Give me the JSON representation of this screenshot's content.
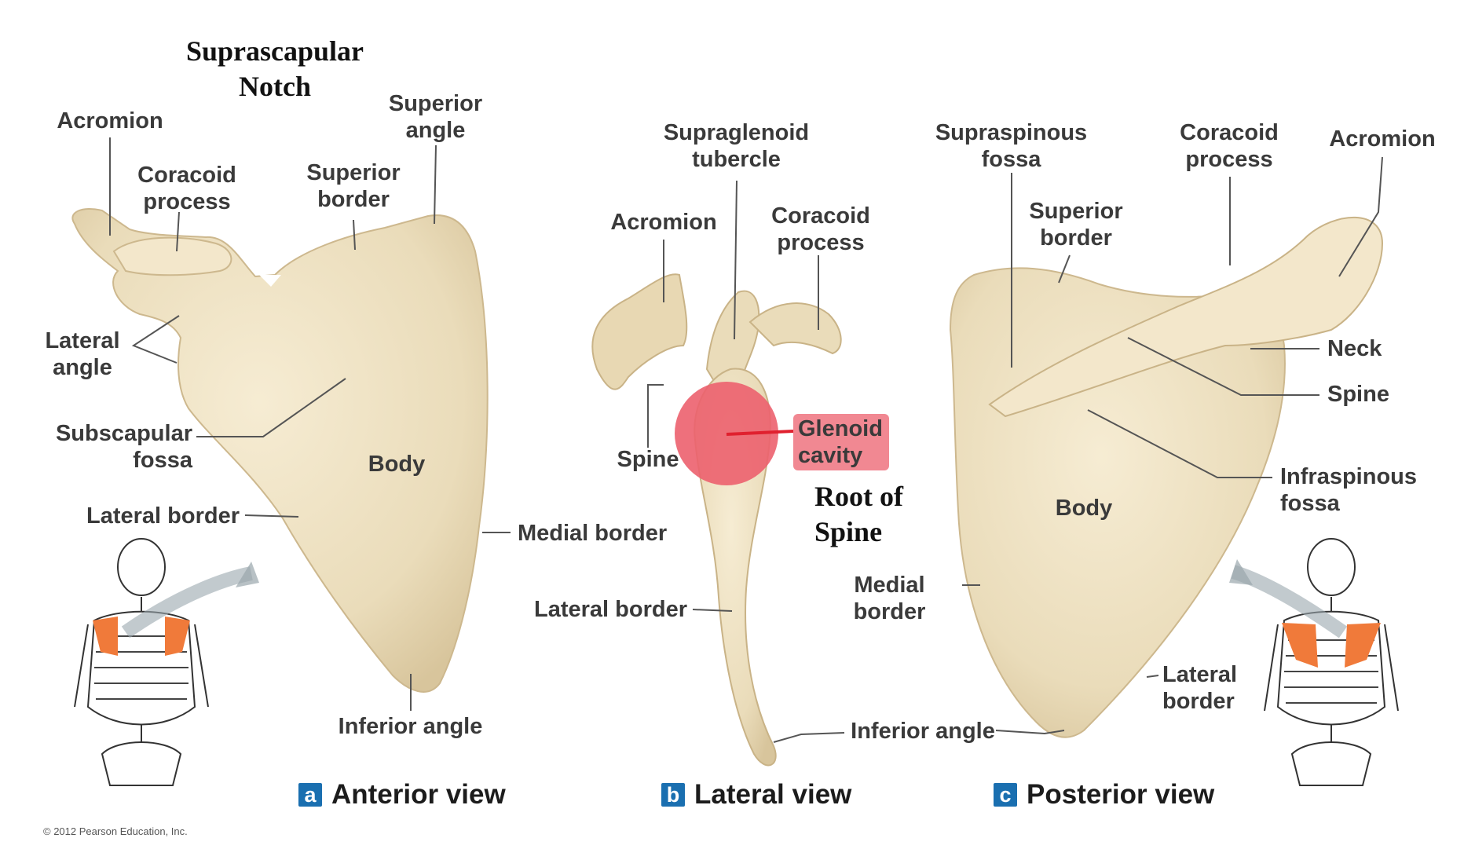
{
  "figure": {
    "annotations_added": {
      "suprascapular_notch": "Suprascapular\nNotch",
      "root_of_spine": "Root of\nSpine"
    },
    "anterior": {
      "badge": "a",
      "caption": "Anterior view",
      "labels": {
        "acromion": "Acromion",
        "coracoid": "Coracoid\nprocess",
        "superior_border": "Superior\nborder",
        "superior_angle": "Superior\nangle",
        "lateral_angle": "Lateral\nangle",
        "subscapular_fossa": "Subscapular\nfossa",
        "body": "Body",
        "lateral_border": "Lateral border",
        "medial_border": "Medial border",
        "inferior_angle": "Inferior angle"
      }
    },
    "lateral": {
      "badge": "b",
      "caption": "Lateral view",
      "labels": {
        "supraglenoid": "Supraglenoid\ntubercle",
        "acromion": "Acromion",
        "coracoid": "Coracoid\nprocess",
        "spine": "Spine",
        "glenoid": "Glenoid\ncavity",
        "lateral_border": "Lateral border",
        "inferior_angle": "Inferior angle"
      }
    },
    "posterior": {
      "badge": "c",
      "caption": "Posterior view",
      "labels": {
        "supraspinous": "Supraspinous\nfossa",
        "superior_border": "Superior\nborder",
        "coracoid": "Coracoid\nprocess",
        "acromion": "Acromion",
        "neck": "Neck",
        "spine": "Spine",
        "infraspinous": "Infraspinous\nfossa",
        "body": "Body",
        "medial_border": "Medial\nborder",
        "lateral_border": "Lateral\nborder"
      }
    },
    "copyright": "© 2012 Pearson Education, Inc.",
    "colors": {
      "bone": "#efe3c6",
      "bone_shadow": "#d9c8a2",
      "highlight": "#ec606e",
      "scapula_orange": "#f07a3a",
      "badge": "#1a6fb0"
    }
  }
}
